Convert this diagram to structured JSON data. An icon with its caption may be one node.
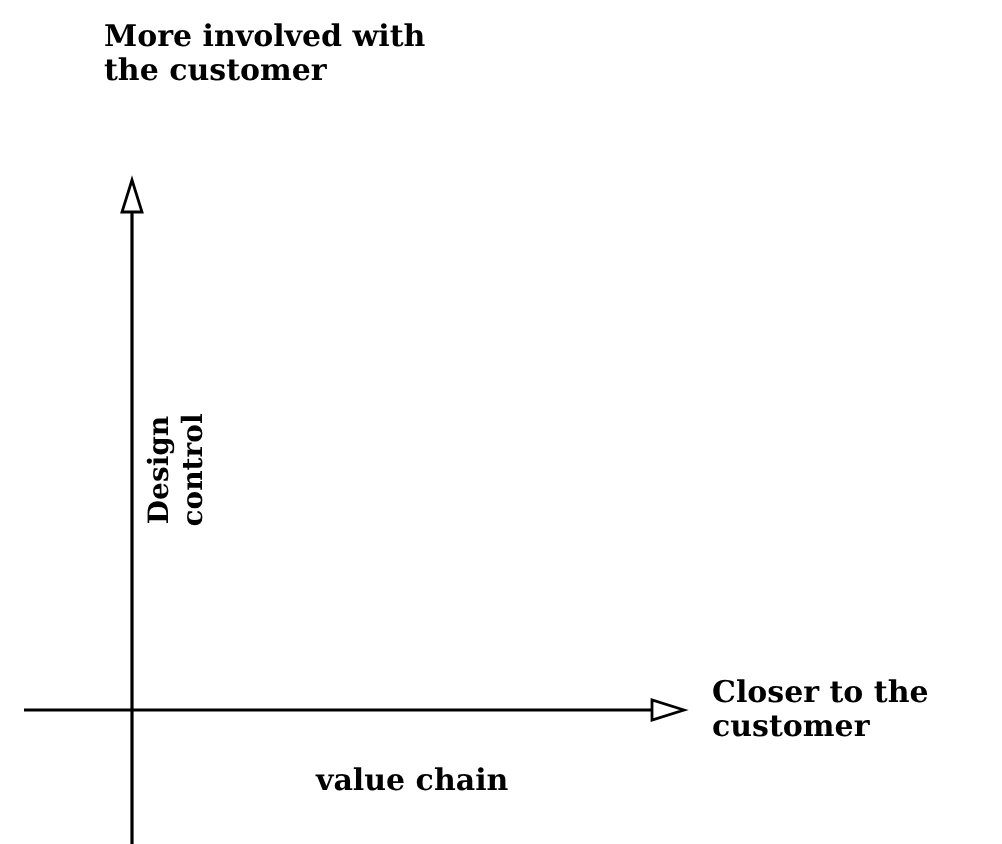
{
  "diagram": {
    "labels": [
      "More involved with the customer",
      "Design control",
      "Closer to the customer",
      "value chain"
    ]
  }
}
